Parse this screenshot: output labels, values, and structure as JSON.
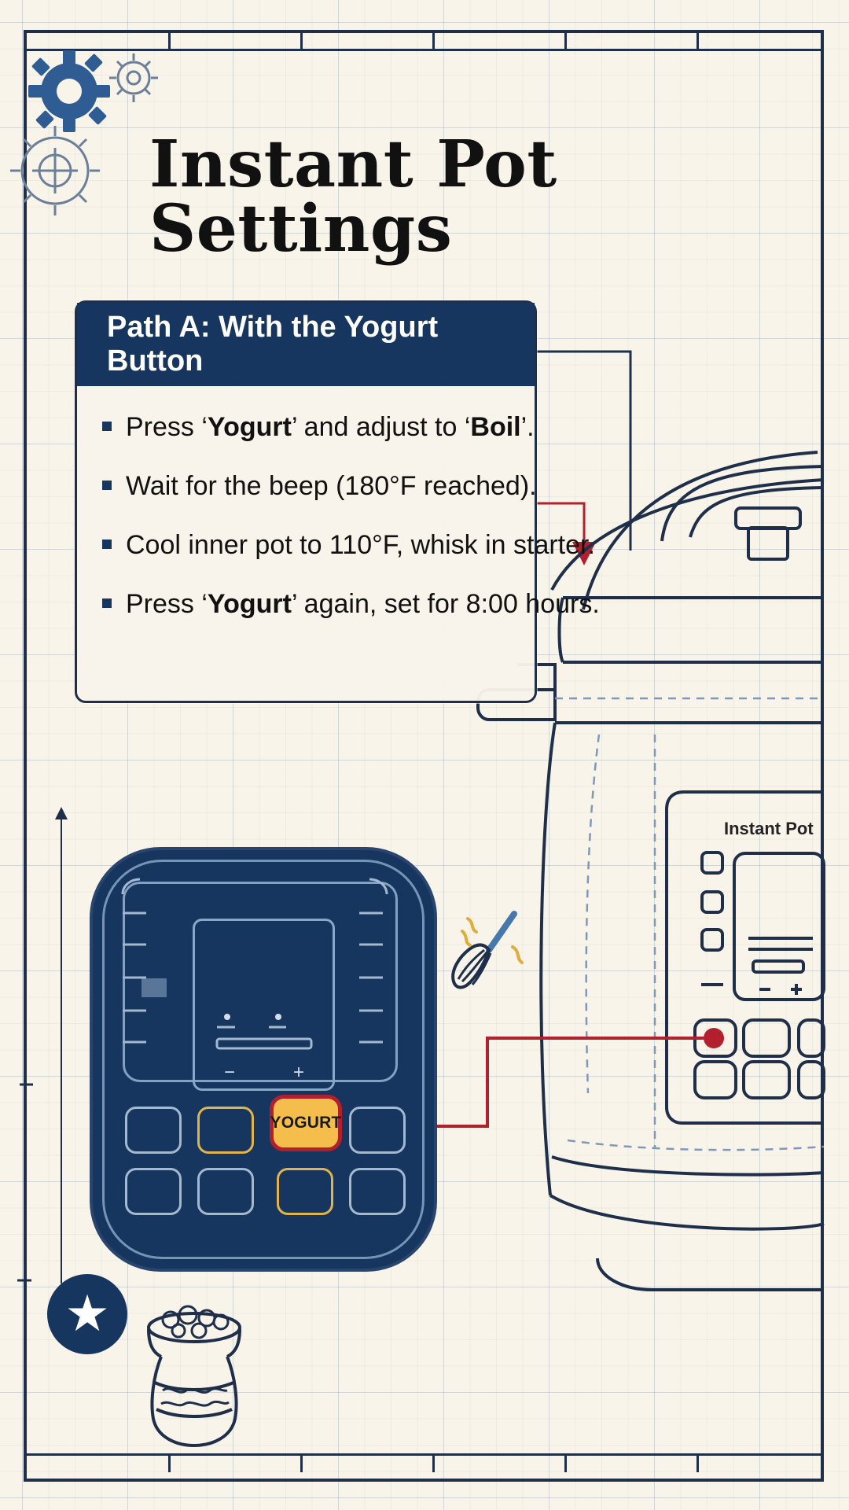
{
  "page": {
    "title": "Instant Pot Settings"
  },
  "path_a": {
    "header": "Path A: With the Yogurt Button",
    "steps": [
      {
        "prefix": "Press ‘",
        "bold": "Yogurt",
        "middle": "’ and adjust to ‘",
        "bold2": "Boil",
        "suffix": "’."
      },
      {
        "text": "Wait for the beep (180°F reached)."
      },
      {
        "text": "Cool inner pot to 110°F, whisk in starter."
      },
      {
        "prefix": "Press ‘",
        "bold": "Yogurt",
        "suffix": "’ again, set for 8:00 hours."
      }
    ]
  },
  "control_panel": {
    "yogurt_label": "YOGURT",
    "screen_minus": "−",
    "screen_plus": "+"
  },
  "appliance": {
    "brand": "Instant Pot"
  },
  "icons": {
    "large_gear": "gear-icon",
    "small_gear": "gear-icon",
    "target_gear": "gear-target-icon",
    "star": "star-icon",
    "whisk": "whisk-icon",
    "yogurt_jar": "yogurt-jar-icon"
  },
  "colors": {
    "navy": "#17365f",
    "red": "#b21f2d",
    "gold": "#f4bd4c",
    "paper": "#f8f4ea",
    "line": "#1f2f4a"
  }
}
